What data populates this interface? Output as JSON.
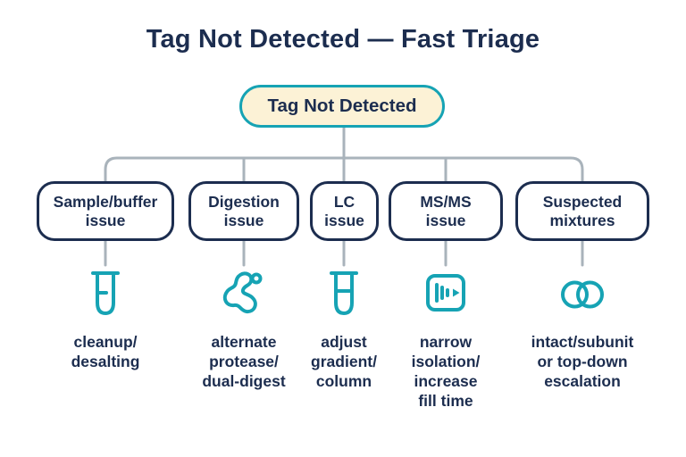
{
  "title": "Tag Not Detected — Fast Triage",
  "root": {
    "label": "Tag Not Detected"
  },
  "branches": [
    {
      "label": "Sample/buffer\nissue",
      "icon": "tube-tick-icon",
      "action": "cleanup/\ndesalting"
    },
    {
      "label": "Digestion\nissue",
      "icon": "protease-blob-icon",
      "action": "alternate\nprotease/\ndual-digest"
    },
    {
      "label": "LC\nissue",
      "icon": "tube-liquid-icon",
      "action": "adjust\ngradient/\ncolumn"
    },
    {
      "label": "MS/MS\nissue",
      "icon": "spectrum-icon",
      "action": "narrow\nisolation/\nincrease\nfill time"
    },
    {
      "label": "Suspected\nmixtures",
      "icon": "venn-circles-icon",
      "action": "intact/subunit\nor top-down\nescalation"
    }
  ],
  "colors": {
    "navy": "#1C2D4F",
    "teal": "#16A3B4",
    "cream": "#FCF2D6",
    "connector_gray": "#A9B3BB",
    "background": "#FFFFFF"
  }
}
